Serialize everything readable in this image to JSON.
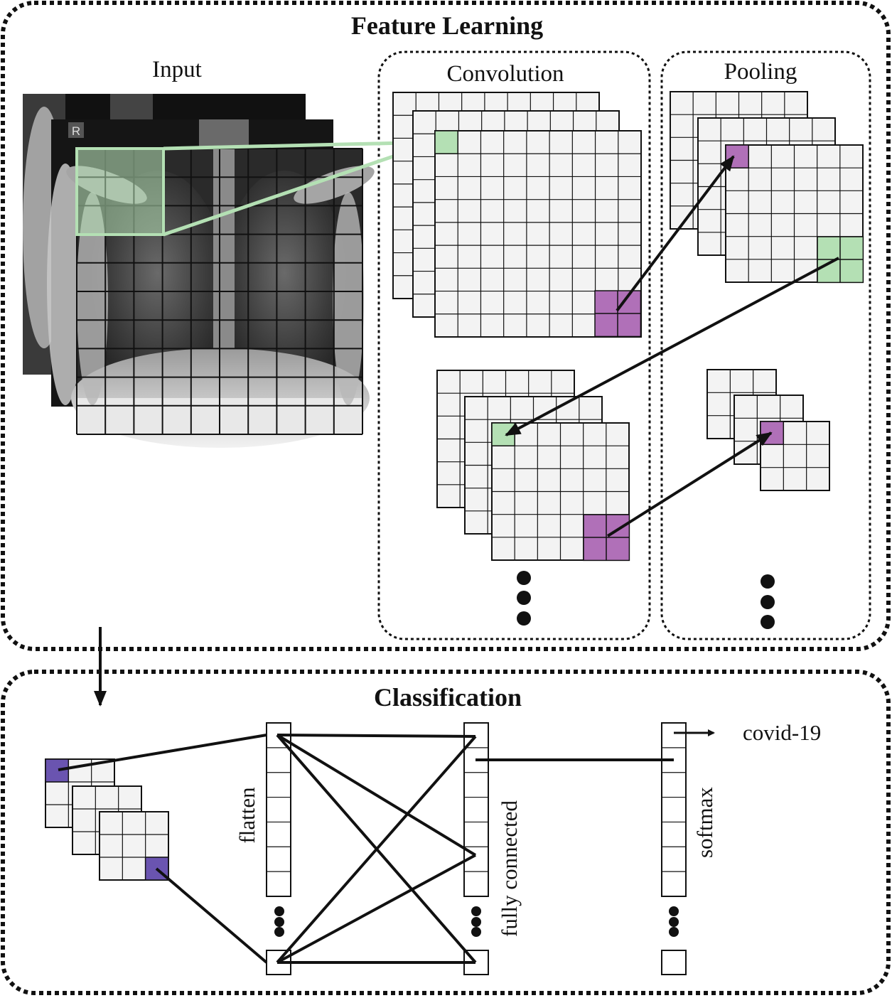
{
  "feature_learning": {
    "title": "Feature Learning",
    "input_label": "Input",
    "convolution_label": "Convolution",
    "pooling_label": "Pooling",
    "xray_marker": "R"
  },
  "classification": {
    "title": "Classification",
    "flatten_label": "flatten",
    "fully_connected_label": "fully connected",
    "softmax_label": "softmax",
    "output_label": "covid-19"
  },
  "colors": {
    "receptive_field": "#b4e0b4",
    "pooling_window": "#b070b8",
    "flatten_cell": "#6a54b0",
    "grid_fill": "#f3f3f3",
    "line": "#111111"
  }
}
